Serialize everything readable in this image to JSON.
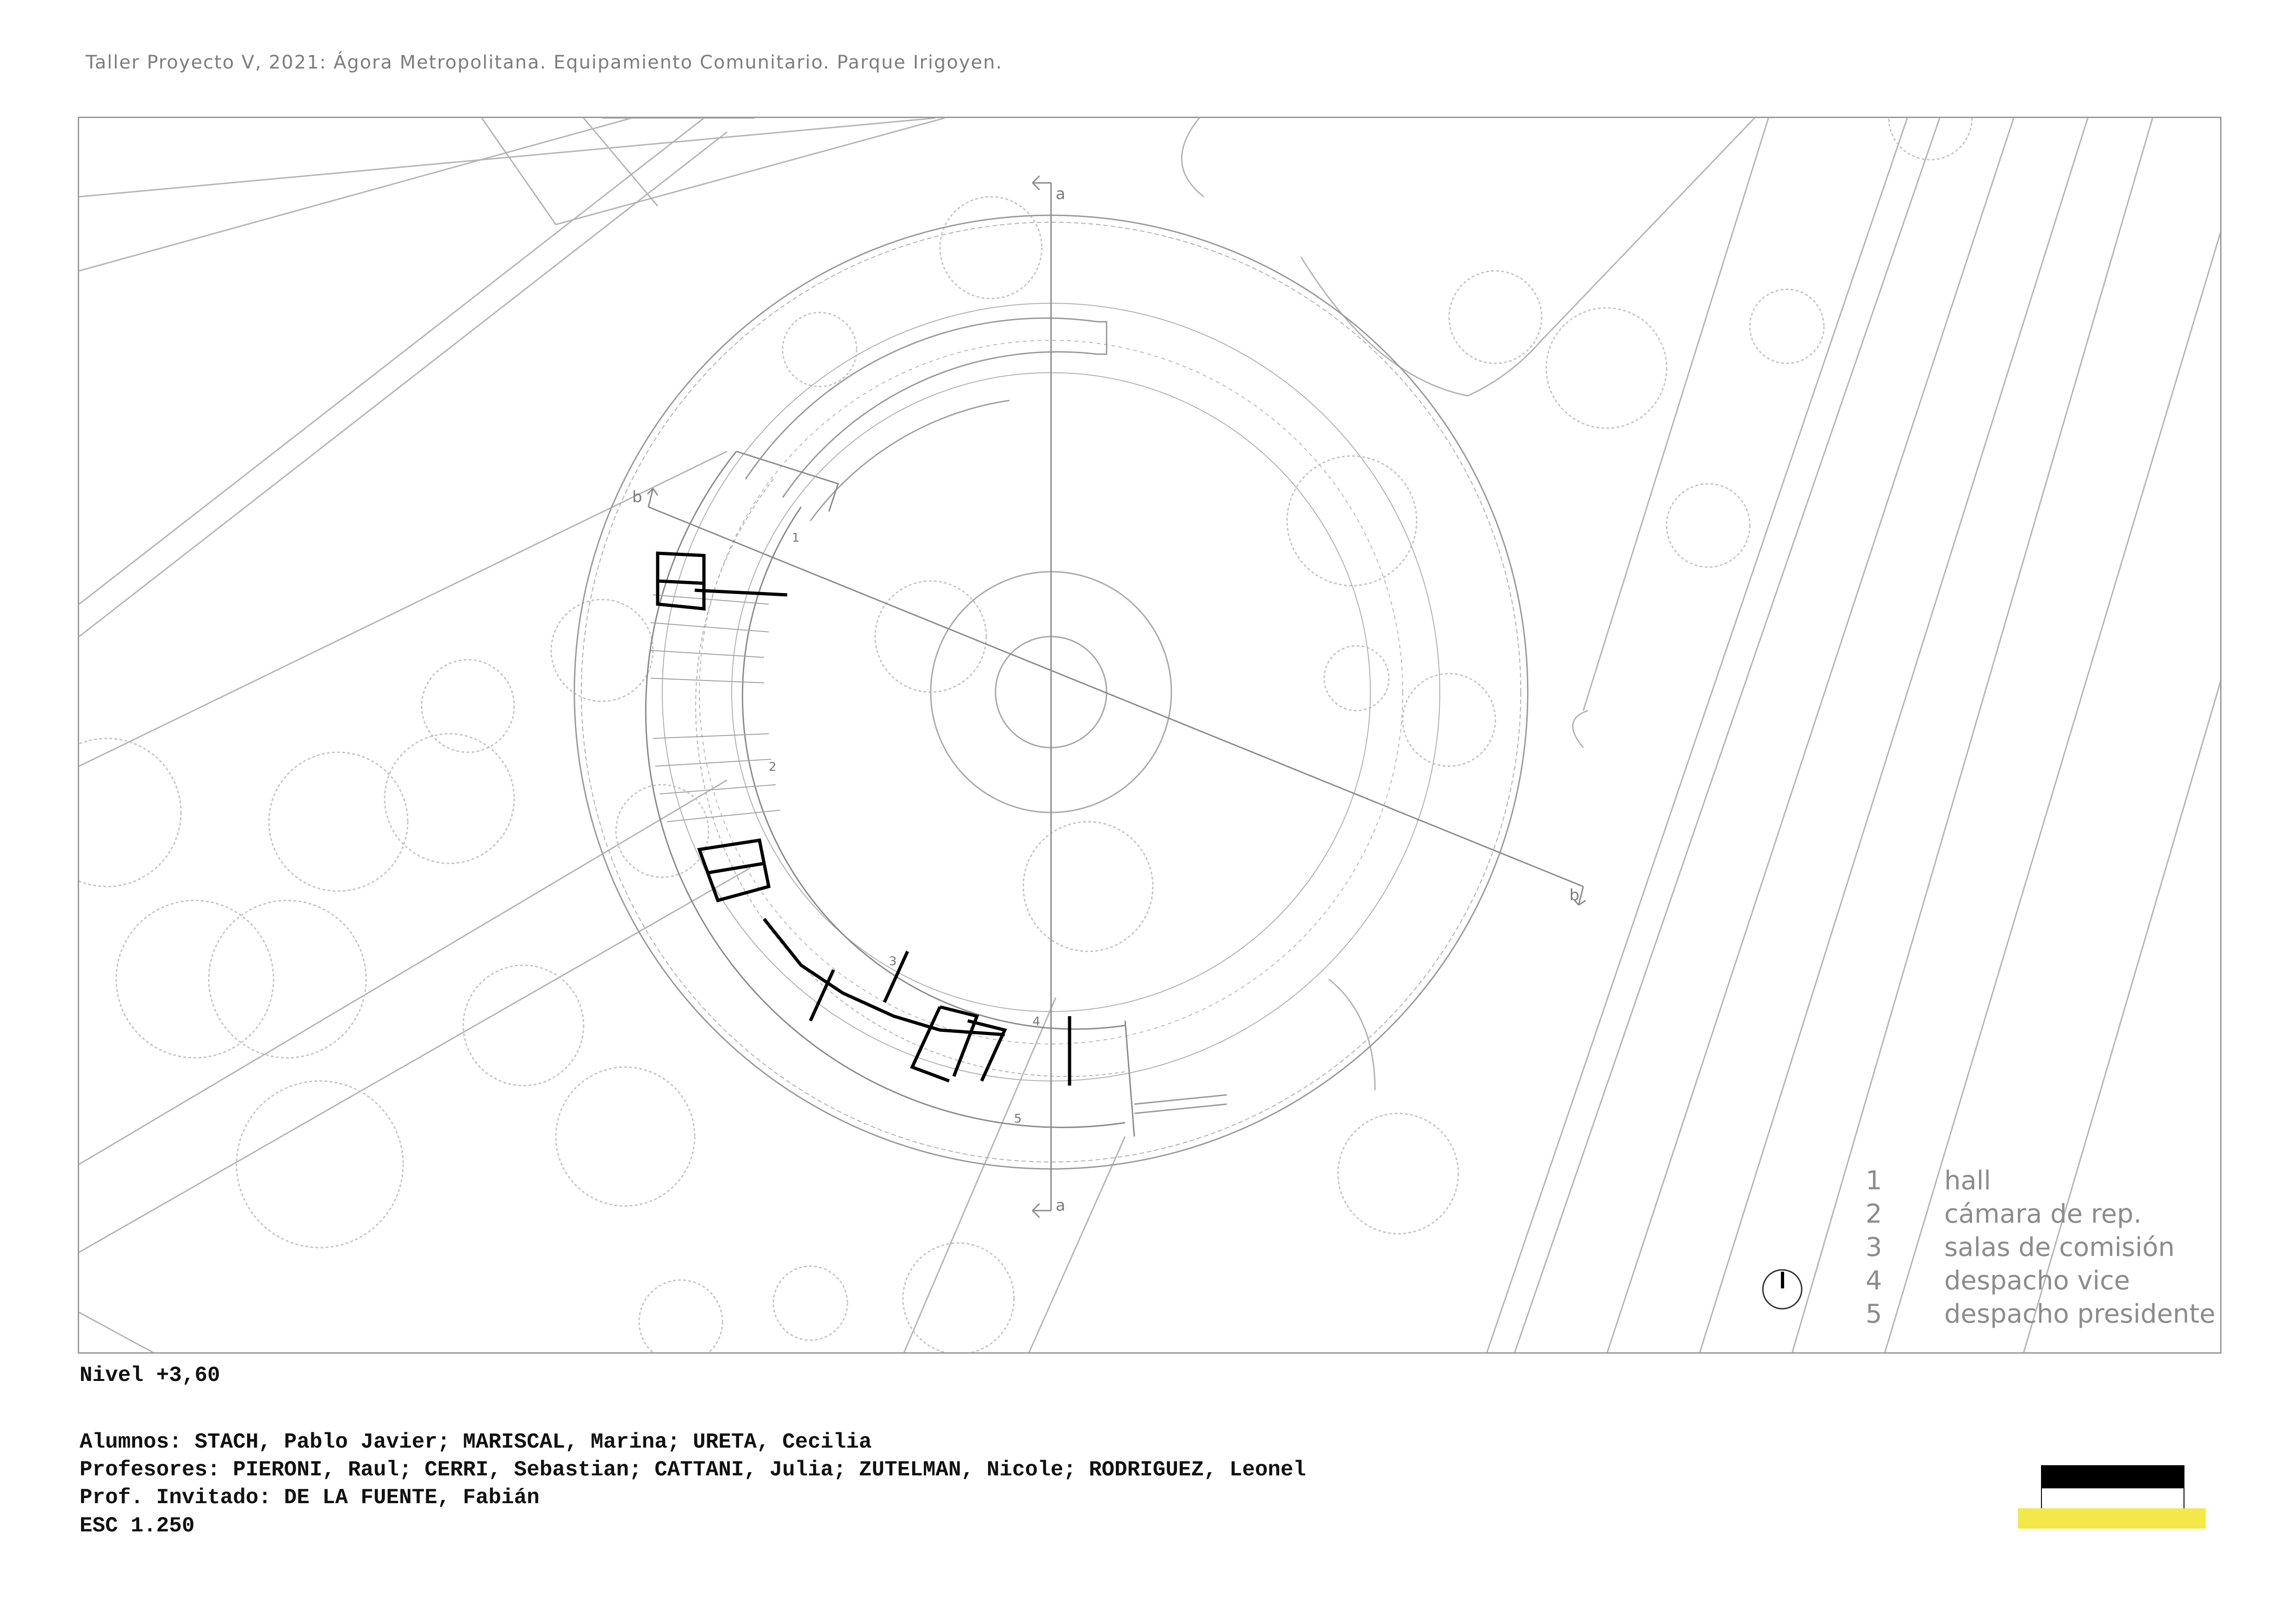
{
  "sheet_title": "Taller Proyecto V, 2021: Ágora Metropolitana. Equipamiento Comunitario. Parque Irigoyen.",
  "plan": {
    "section_marks": {
      "a_top": "a",
      "a_bottom": "a",
      "b_left": "b",
      "b_right": "b"
    },
    "room_numbers": [
      "1",
      "2",
      "3",
      "4",
      "5"
    ]
  },
  "legend": [
    {
      "num": "1",
      "label": "hall"
    },
    {
      "num": "2",
      "label": "cámara de rep."
    },
    {
      "num": "3",
      "label": "salas de comisión"
    },
    {
      "num": "4",
      "label": "despacho vice"
    },
    {
      "num": "5",
      "label": "despacho presidente"
    }
  ],
  "level": "Nivel +3,60",
  "credits": {
    "students": "Alumnos: STACH, Pablo Javier; MARISCAL, Marina; URETA, Cecilia",
    "professors": "Profesores: PIERONI, Raul; CERRI, Sebastian; CATTANI, Julia; ZUTELMAN, Nicole; RODRIGUEZ, Leonel",
    "guest": "Prof. Invitado: DE LA FUENTE, Fabián"
  },
  "scale": "ESC 1.250",
  "colors": {
    "line": "#9a9a9a",
    "walls": "#000000",
    "swatch_yellow": "#f2e84a"
  }
}
